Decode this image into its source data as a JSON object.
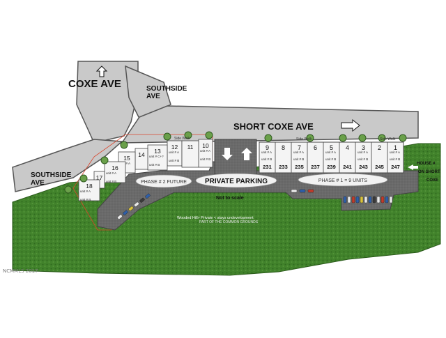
{
  "streets": {
    "coxe_ave": "COXE AVE",
    "southside_ave_top_line1": "SOUTHSIDE",
    "southside_ave_top_line2": "AVE",
    "southside_ave_left_line1": "SOUTHSIDE",
    "southside_ave_left_line2": "AVE",
    "short_coxe_ave": "SHORT COXE AVE"
  },
  "sidewalk_labels": {
    "left": "Side Walk",
    "center": "Side Walk",
    "right": "Side Walk"
  },
  "phase2": {
    "label": "PHASE # 2 FUTURE",
    "units": [
      {
        "num": "10",
        "a": "unit # A",
        "b": "unit # B"
      },
      {
        "num": "12",
        "a": "unit # A",
        "b": "unit # B"
      },
      {
        "num": "11",
        "a": "",
        "b": ""
      },
      {
        "num": "13",
        "a": "unit # C+?",
        "b": "unit # B"
      },
      {
        "num": "14",
        "a": "",
        "b": ""
      },
      {
        "num": "15",
        "a": "unit # A",
        "b": ""
      },
      {
        "num": "16",
        "a": "unit # A",
        "b": "unit # B"
      },
      {
        "num": "17",
        "a": "",
        "b": ""
      },
      {
        "num": "18",
        "a": "unit # A",
        "b": "unit # B"
      }
    ]
  },
  "phase1": {
    "label": "PHASE # 1 = 9 UNITS",
    "units": [
      {
        "num": "9",
        "a": "unit # A",
        "b": "unit # B",
        "addr": "231"
      },
      {
        "num": "8",
        "a": "",
        "b": "",
        "addr": "233"
      },
      {
        "num": "7",
        "a": "unit # A",
        "b": "unit # B",
        "addr": "235"
      },
      {
        "num": "6",
        "a": "",
        "b": "",
        "addr": "237"
      },
      {
        "num": "5",
        "a": "unit # A",
        "b": "unit # B",
        "addr": "239"
      },
      {
        "num": "4",
        "a": "",
        "b": "",
        "addr": "241"
      },
      {
        "num": "3",
        "a": "unit # A",
        "b": "unit # B",
        "addr": "243"
      },
      {
        "num": "2",
        "a": "",
        "b": "",
        "addr": "245"
      },
      {
        "num": "1",
        "a": "unit # A",
        "b": "unit # B",
        "addr": "247"
      }
    ]
  },
  "parking": {
    "label": "PRIVATE PARKING",
    "scale_note": "Not to scale"
  },
  "house_note": {
    "line1": "HOUSE #",
    "line2": "ON SHORT",
    "line3": "COXE"
  },
  "woods_note": {
    "line1": "Wooded Hill> Private < stays undevelopment",
    "line2": "PART OF THE COMMON GROUNDS"
  },
  "watermark": "NCMMLS 2017",
  "colors": {
    "road": "#c9c9c9",
    "road_edge": "#555555",
    "lot": "#6d6d6d",
    "grass": "#3f7d2a",
    "grass_dark": "#2f6a1f",
    "unit_fill": "#f4f4f4",
    "phase2_boundary": "#d9442b",
    "label_bubble": "#f2f2f2"
  },
  "icons": {
    "north_arrow": "arrow-up-icon",
    "east_arrow": "arrow-right-icon",
    "two_way": "arrows-up-down-icon"
  }
}
